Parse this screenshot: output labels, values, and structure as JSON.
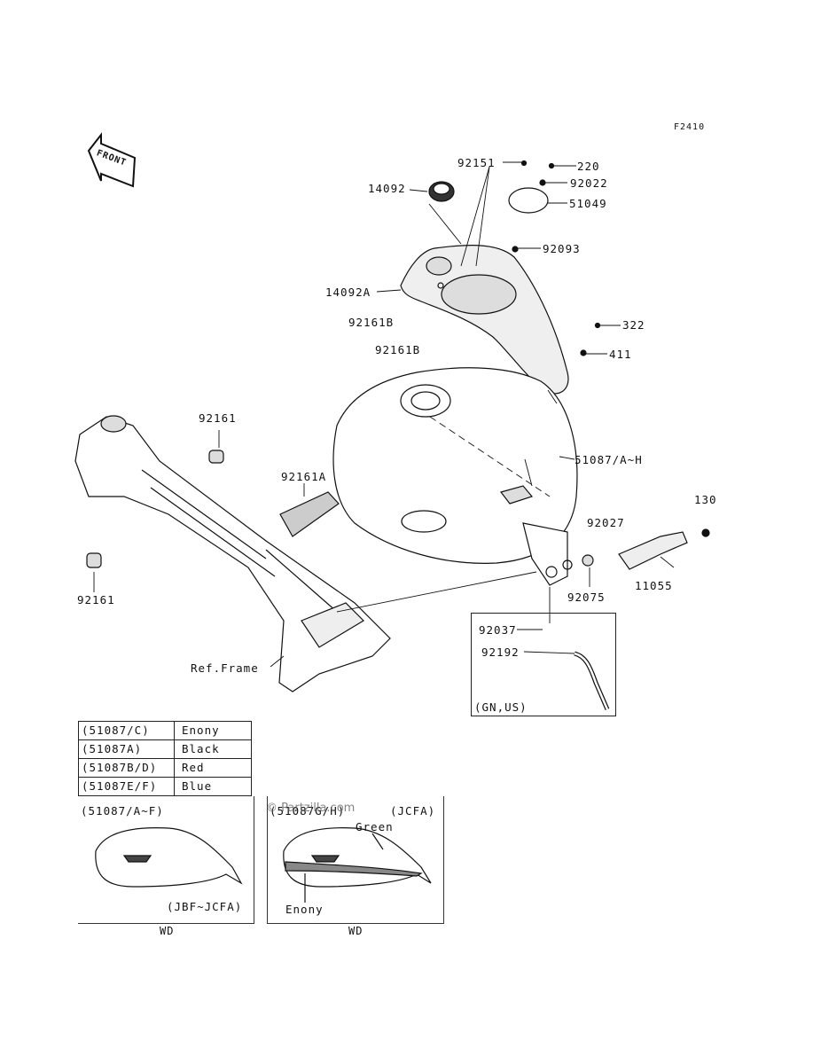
{
  "figure_code": "F2410",
  "front_arrow_label": "FRONT",
  "callouts": {
    "p92151": "92151",
    "p14092": "14092",
    "p220": "220",
    "p92022": "92022",
    "p51049": "51049",
    "p92093": "92093",
    "p14092A": "14092A",
    "p92161B_1": "92161B",
    "p92161B_2": "92161B",
    "p322": "322",
    "p411": "411",
    "p92161_top": "92161",
    "p51087": "51087/A~H",
    "p92161A": "92161A",
    "p92161_bottom": "92161",
    "p130": "130",
    "p92027": "92027",
    "p92075": "92075",
    "p11055": "11055",
    "p92037": "92037",
    "p92192": "92192",
    "ref_frame": "Ref.Frame"
  },
  "gn_box_label": "(GN,US)",
  "color_table": [
    {
      "code": "(51087/C)",
      "color": "Enony"
    },
    {
      "code": "(51087A)",
      "color": "Black"
    },
    {
      "code": "(51087B/D)",
      "color": "Red"
    },
    {
      "code": "(51087E/F)",
      "color": "Blue"
    }
  ],
  "variant_left": {
    "part": "(51087/A~F)",
    "years": "(JBF~JCFA)",
    "market": "WD"
  },
  "variant_right": {
    "part": "(51087G/H)",
    "years": "(JCFA)",
    "green_label": "Green",
    "enony_label": "Enony",
    "market": "WD"
  },
  "watermark": "© Partzilla.com"
}
